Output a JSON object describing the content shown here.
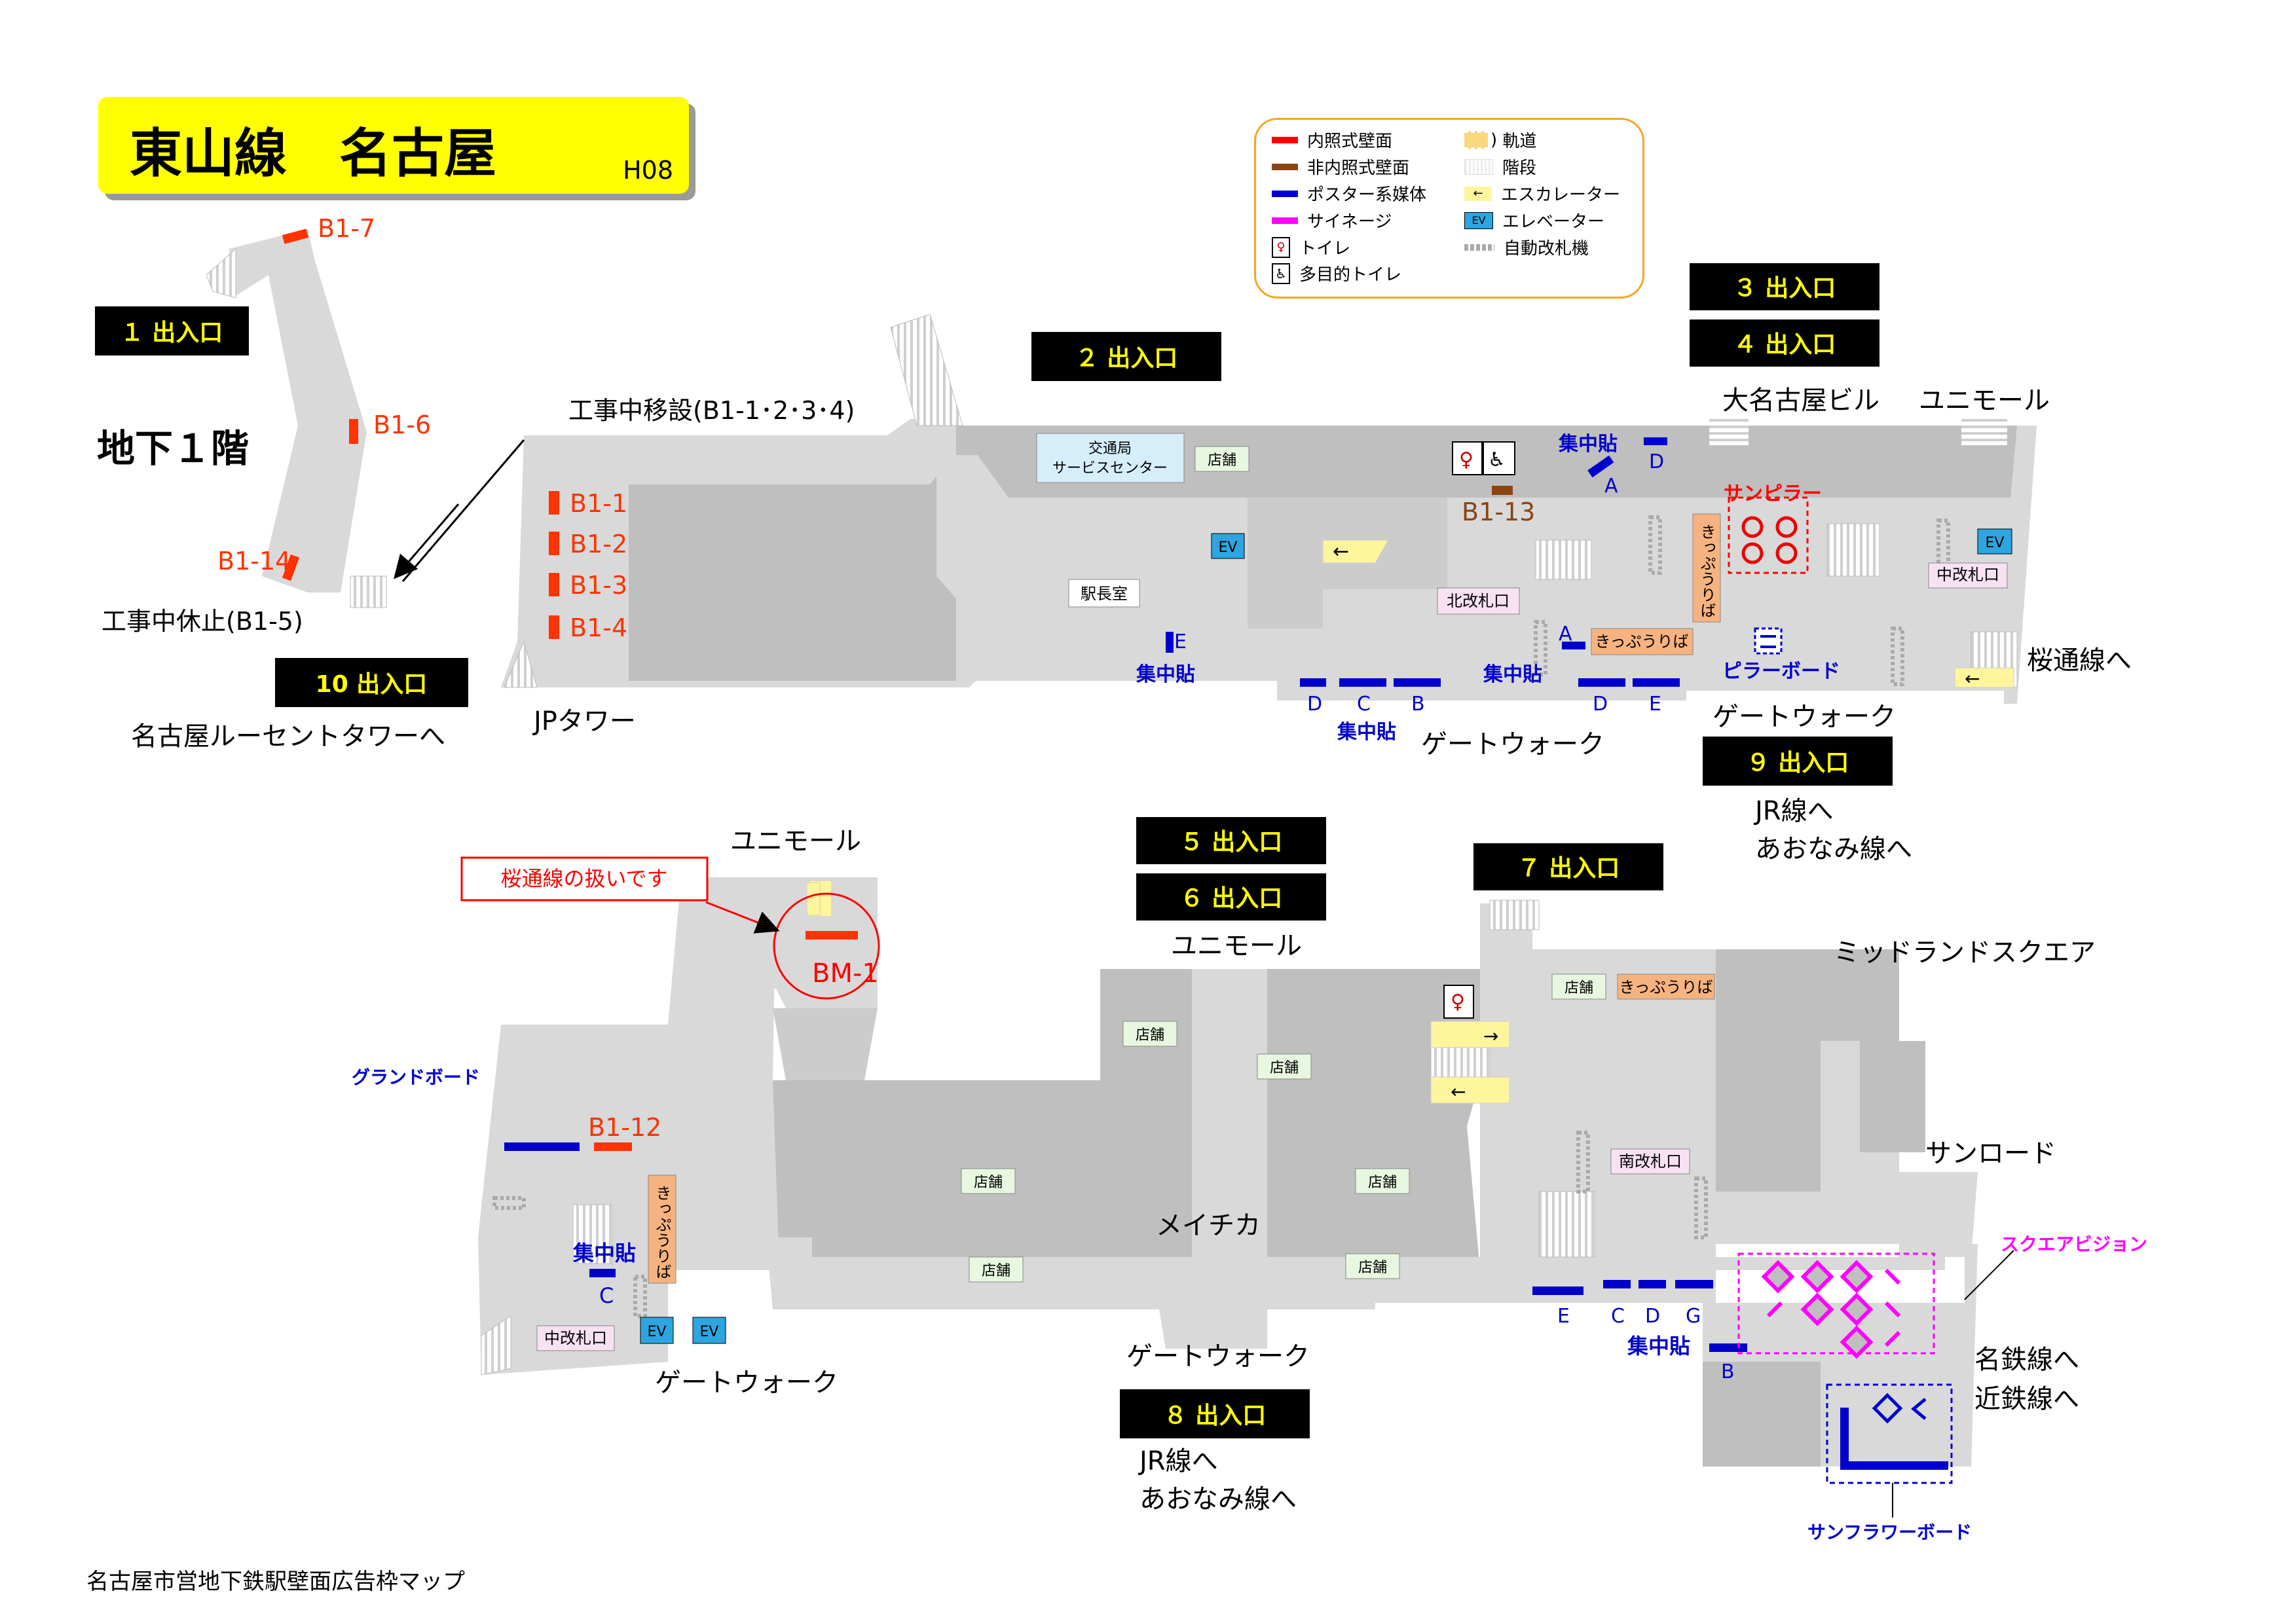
{
  "title": {
    "line": "東山線",
    "station": "名古屋",
    "code": "H08"
  },
  "floor_label": "地下１階",
  "footer": "名古屋市営地下鉄駅壁面広告枠マップ",
  "colors": {
    "floor": "#d9d9d9",
    "floor_dark": "#bfbfbf",
    "exit_bg": "#000000",
    "exit_text": "#ffff00",
    "illuminated": "#ff0000",
    "non_illuminated": "#8b4513",
    "poster": "#0000cc",
    "signage": "#ff00ff",
    "escalator": "#fff59d",
    "elevator": "#2ca5e0",
    "shop_bg": "#e8f8e0",
    "kippu_bg": "#f6b37f",
    "gate_bg": "#f7e1f3",
    "service_bg": "#d6eefa"
  },
  "legend": [
    {
      "label": "内照式壁面",
      "icon": "red-bar"
    },
    {
      "label": "非内照式壁面",
      "icon": "brown-bar"
    },
    {
      "label": "ポスター系媒体",
      "icon": "blue-bar"
    },
    {
      "label": "サイネージ",
      "icon": "magenta-bar"
    },
    {
      "label": "トイレ",
      "icon": "toilet-icon"
    },
    {
      "label": "多目的トイレ",
      "icon": "wheelchair-icon"
    },
    {
      "label": "軌道",
      "icon": "track-icon"
    },
    {
      "label": "階段",
      "icon": "stairs-icon"
    },
    {
      "label": "エスカレーター",
      "icon": "escalator-icon"
    },
    {
      "label": "エレベーター",
      "icon": "elevator-icon"
    },
    {
      "label": "自動改札機",
      "icon": "ticket-gate-icon"
    }
  ],
  "exits": {
    "e1": "１ 出入口",
    "e2": "２ 出入口",
    "e3": "３ 出入口",
    "e4": "４ 出入口",
    "e5": "５ 出入口",
    "e6": "６ 出入口",
    "e7": "７ 出入口",
    "e8": "８ 出入口",
    "e9": "９ 出入口",
    "e10": "10 出入口"
  },
  "ad_labels": {
    "b1_1": "B1-1",
    "b1_2": "B1-2",
    "b1_3": "B1-3",
    "b1_4": "B1-4",
    "b1_6": "B1-6",
    "b1_7": "B1-7",
    "b1_12": "B1-12",
    "b1_13": "B1-13",
    "b1_14": "B1-14",
    "bm_1": "BM-1"
  },
  "notes": {
    "moving": "工事中移設(B1-1･2･3･4)",
    "suspended": "工事中休止(B1-5)",
    "sakura_note": "桜通線の扱いです"
  },
  "places": {
    "jp_tower": "JPタワー",
    "lucent": "名古屋ルーセントタワーへ",
    "dainagoya": "大名古屋ビル",
    "unimall": "ユニモール",
    "sakura_to": "桜通線へ",
    "gatewalk": "ゲートウォーク",
    "jr_to": "JR線へ",
    "aonami_to": "あおなみ線へ",
    "midland": "ミッドランドスクエア",
    "sunroad": "サンロード",
    "meichika": "メイチカ",
    "meitetsu_to": "名鉄線へ",
    "kintetsu_to": "近鉄線へ"
  },
  "facilities": {
    "service_center_1": "交通局",
    "service_center_2": "サービスセンター",
    "shop": "店舗",
    "station_master": "駅長室",
    "north_gate": "北改札口",
    "middle_gate": "中改札口",
    "south_gate": "南改札口",
    "kippu": "きっぷうりば",
    "ev": "EV"
  },
  "media": {
    "shuchu": "集中貼",
    "sun_pillar": "サンピラー",
    "pillar_board": "ピラーボード",
    "grand_board": "グランドボード",
    "square_vision": "スクエアビジョン",
    "sunflower_board": "サンフラワーボード",
    "A": "A",
    "B": "B",
    "C": "C",
    "D": "D",
    "E": "E",
    "G": "G"
  }
}
